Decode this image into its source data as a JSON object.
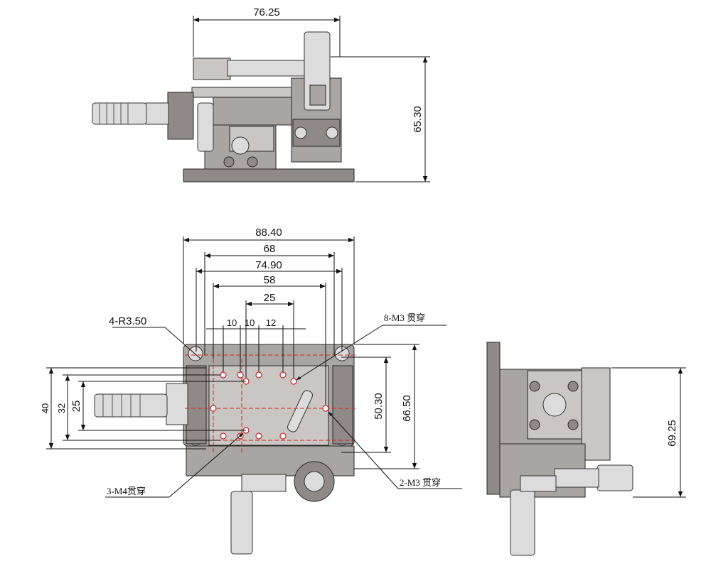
{
  "front_view": {
    "width_dim": "76.25",
    "height_dim": "65.30"
  },
  "top_view": {
    "dims_horizontal": [
      "88.40",
      "68",
      "74.90",
      "58",
      "25",
      "10",
      "10",
      "12"
    ],
    "dims_vertical_left": [
      "40",
      "32",
      "25"
    ],
    "dims_vertical_right": [
      "50.30",
      "66.50"
    ],
    "callouts": {
      "corner_radius": "4-R3.50",
      "thread_holes_top": "8-M3 贯穿",
      "thread_holes_bottom_right": "2-M3 贯穿",
      "thread_holes_bottom_left": "3-M4贯穿"
    }
  },
  "side_view": {
    "height_dim": "69.25"
  },
  "colors": {
    "metal_dark": "#8f8a87",
    "metal_mid": "#a9a5a2",
    "metal_light": "#c9c6c4",
    "steel": "#dcdcdc",
    "hole_red": "#cc2222"
  }
}
